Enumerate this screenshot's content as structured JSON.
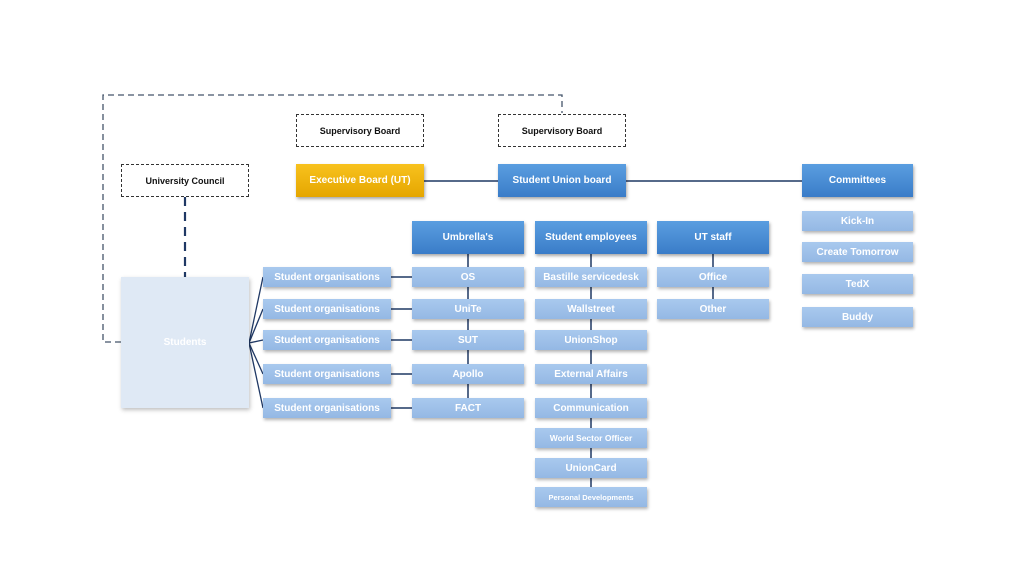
{
  "supervisory_boards": [
    "Supervisory Board",
    "Supervisory Board"
  ],
  "university_council": "University Council",
  "executive_board": "Executive Board (UT)",
  "student_union_board": "Student Union board",
  "committees": {
    "title": "Committees",
    "items": [
      "Kick-In",
      "Create Tomorrow",
      "TedX",
      "Buddy"
    ]
  },
  "umbrellas": {
    "title": "Umbrella's",
    "items": [
      "OS",
      "UniTe",
      "SUT",
      "Apollo",
      "FACT"
    ]
  },
  "student_employees": {
    "title": "Student employees",
    "items": [
      "Bastille servicedesk",
      "Wallstreet",
      "UnionShop",
      "External Affairs",
      "Communication",
      "World Sector Officer",
      "UnionCard",
      "Personal Developments"
    ]
  },
  "ut_staff": {
    "title": "UT staff",
    "items": [
      "Office",
      "Other"
    ]
  },
  "students": "Students",
  "student_organisations": [
    "Student organisations",
    "Student organisations",
    "Student organisations",
    "Student organisations",
    "Student organisations"
  ],
  "colors": {
    "header_blue": "#3a7cc8",
    "sub_blue": "#9dbfe8",
    "executive_yellow": "#f2b705",
    "students_fill": "#dfe9f5",
    "line": "#1f3864"
  }
}
